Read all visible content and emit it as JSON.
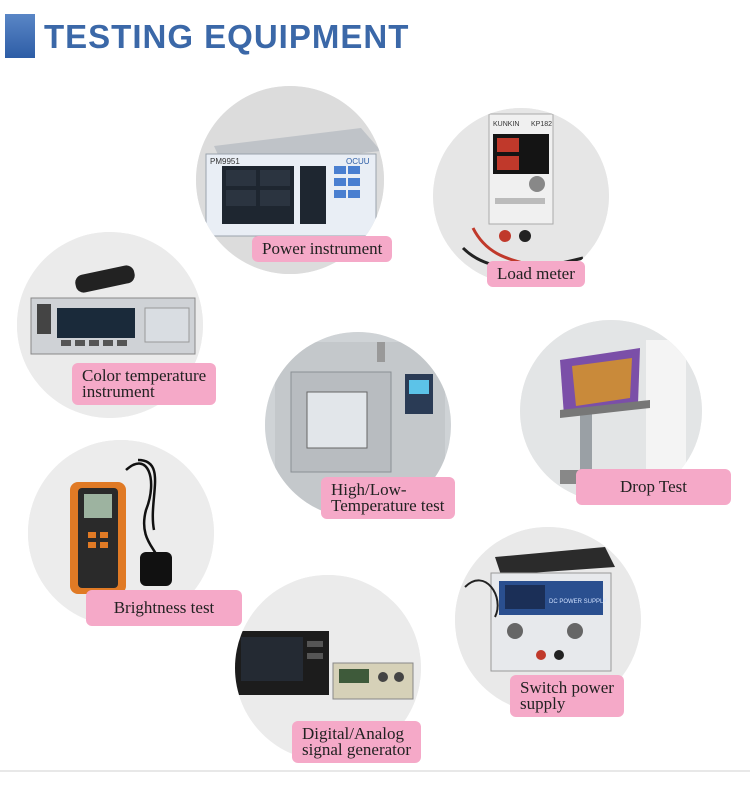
{
  "header": {
    "title": "TESTING EQUIPMENT",
    "accent_color": "#3b68a8"
  },
  "items": [
    {
      "id": "power",
      "label_lines": [
        "Power instrument"
      ],
      "icon": "power-meter-icon"
    },
    {
      "id": "load",
      "label_lines": [
        "Load meter"
      ],
      "icon": "load-meter-icon"
    },
    {
      "id": "color-temp",
      "label_lines": [
        "Color temperature",
        "instrument"
      ],
      "icon": "color-meter-icon"
    },
    {
      "id": "high-low",
      "label_lines": [
        "High/Low-",
        "Temperature test"
      ],
      "icon": "climate-chamber-icon"
    },
    {
      "id": "drop",
      "label_lines": [
        "Drop Test"
      ],
      "icon": "drop-tester-icon"
    },
    {
      "id": "brightness",
      "label_lines": [
        "Brightness test"
      ],
      "icon": "luminance-meter-icon"
    },
    {
      "id": "switch-power",
      "label_lines": [
        "Switch power",
        "supply"
      ],
      "icon": "power-supply-icon"
    },
    {
      "id": "signal",
      "label_lines": [
        "Digital/Analog",
        "signal generator"
      ],
      "icon": "signal-generator-icon"
    }
  ],
  "label_color": "#f5a9c8",
  "device_text": {
    "power_brand": "PM9951",
    "power_logo": "OCUU",
    "load_brand": "KUNKIN",
    "load_model": "KP182",
    "psu_display": "DC POWER SUPPLY"
  }
}
